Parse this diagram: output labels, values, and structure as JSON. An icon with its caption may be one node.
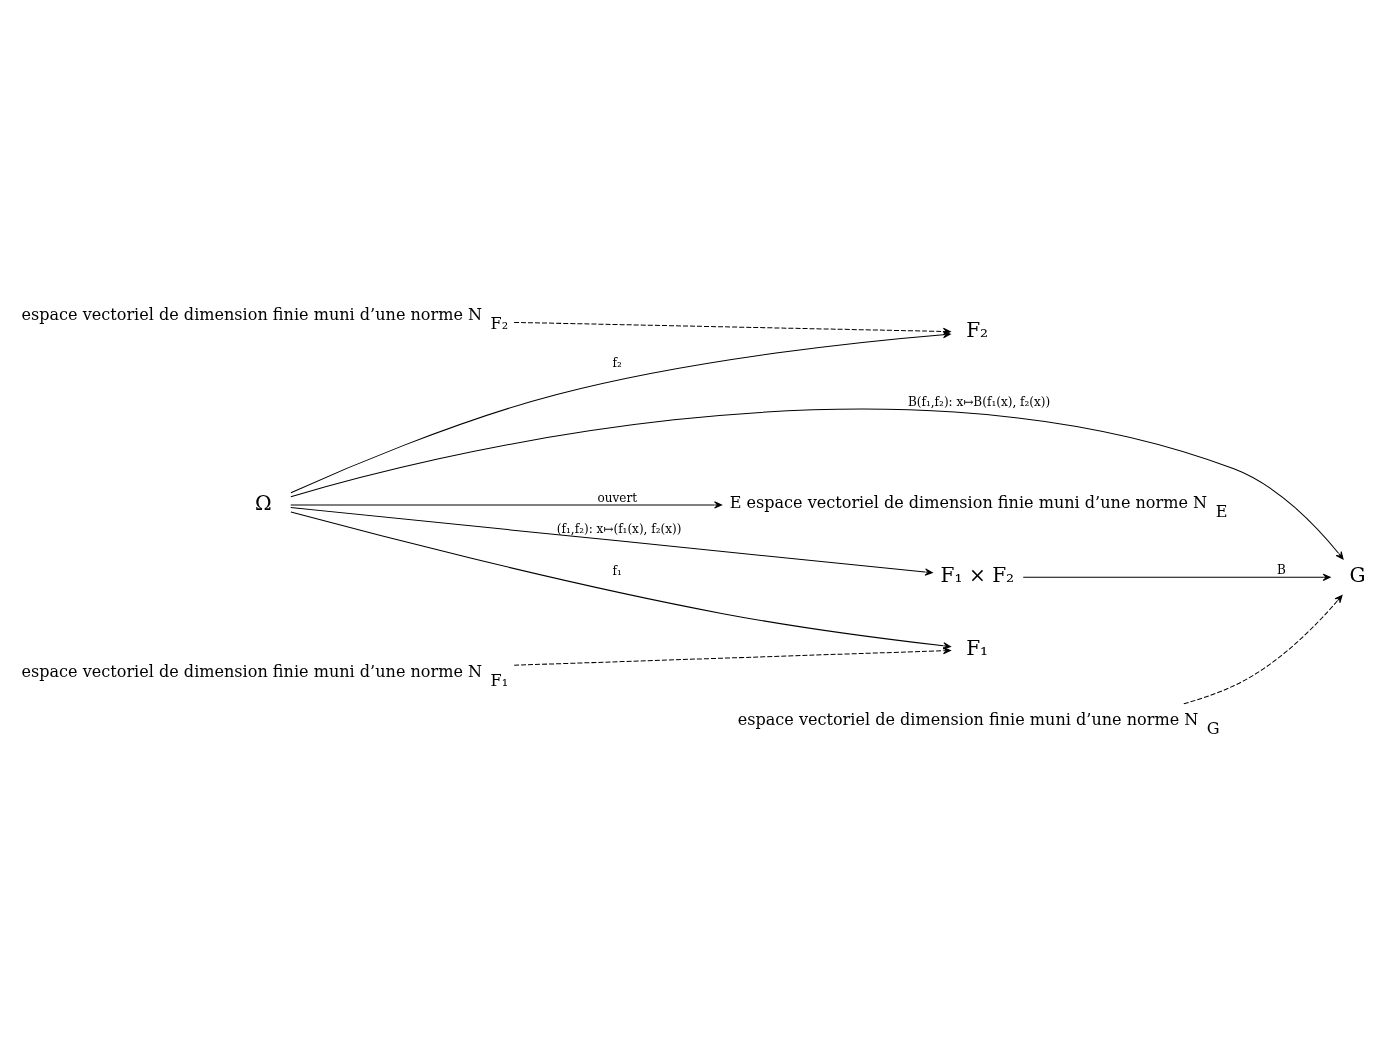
{
  "diagram": {
    "nodes": [
      {
        "text": [
          "E espace vectoriel de dimension finie muni d’une norme N$_{E}$"
        ]
      },
      {
        "text": [
          "espace vectoriel de dimension finie muni d’une norme N$_{F₁}$"
        ]
      },
      {
        "text": [
          "F₁"
        ]
      },
      {
        "text": [
          "Ω"
        ]
      },
      {
        "text": [
          "F₁ × F₂"
        ]
      },
      {
        "text": [
          "F₂"
        ]
      },
      {
        "text": [
          "G"
        ]
      },
      {
        "text": [
          "espace vectoriel de dimension finie muni d’une norme N$_{F₂}$"
        ]
      },
      {
        "text": [
          "espace vectoriel de dimension finie muni d’une norme N$_{G}$"
        ]
      }
    ],
    "edges": [
      {
        "from": 3,
        "to": 0,
        "arrow": "to",
        "label": "ouvert"
      },
      {
        "from": 1,
        "to": 2,
        "arrow": "to",
        "style": "dashed"
      },
      {
        "from": 3,
        "to": 2,
        "arrow": "to",
        "label": "f₁"
      },
      {
        "from": 3,
        "to": 6,
        "arrow": "to",
        "label": "B(f₁,f₂): x↦B(f₁(x), f₂(x))"
      },
      {
        "from": 3,
        "to": 4,
        "arrow": "to",
        "label": "(f₁,f₂): x↦(f₁(x), f₂(x))"
      },
      {
        "from": 4,
        "to": 6,
        "arrow": "to",
        "label": "B"
      },
      {
        "from": 3,
        "to": 5,
        "arrow": "to",
        "label": "f₂"
      },
      {
        "from": 7,
        "to": 5,
        "arrow": "to",
        "style": "dashed"
      },
      {
        "from": 8,
        "to": 6,
        "arrow": "to",
        "style": "dashed"
      }
    ]
  }
}
